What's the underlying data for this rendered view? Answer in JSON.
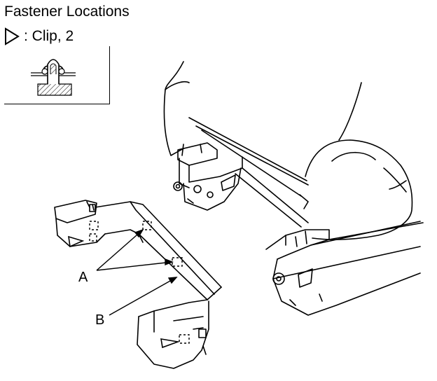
{
  "header": {
    "title": "Fastener Locations"
  },
  "legend": {
    "symbol": "triangle-outline-icon",
    "label": ": Clip, 2"
  },
  "callouts": {
    "a": "A",
    "b": "B"
  }
}
